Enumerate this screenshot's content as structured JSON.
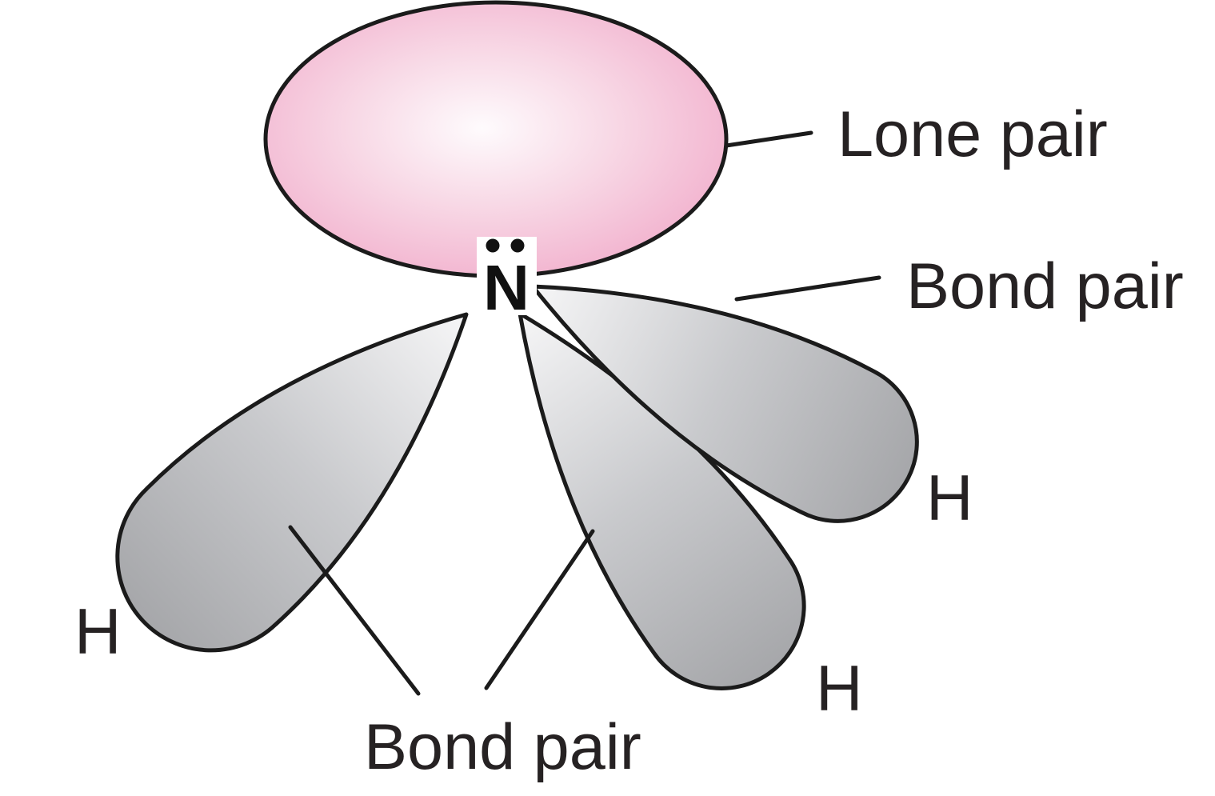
{
  "figure": {
    "atom": {
      "symbol": "N"
    },
    "labels": {
      "lone_pair": "Lone pair",
      "bond_pair_right": "Bond pair",
      "bond_pair_bottom": "Bond pair"
    },
    "hydrogens": {
      "left": "H",
      "right": "H",
      "bottom_right": "H"
    },
    "colors": {
      "lone_pair_center": "#fefbfd",
      "lone_pair_mid": "#f8d9e6",
      "lone_pair_edge": "#f1adcb",
      "bond_lobe_base": "#f6f6f7",
      "bond_lobe_mid": "#c9cacd",
      "bond_lobe_tip": "#a6a7aa",
      "outline": "#1b1b1b",
      "text": "#262223",
      "background": "#ffffff"
    }
  }
}
